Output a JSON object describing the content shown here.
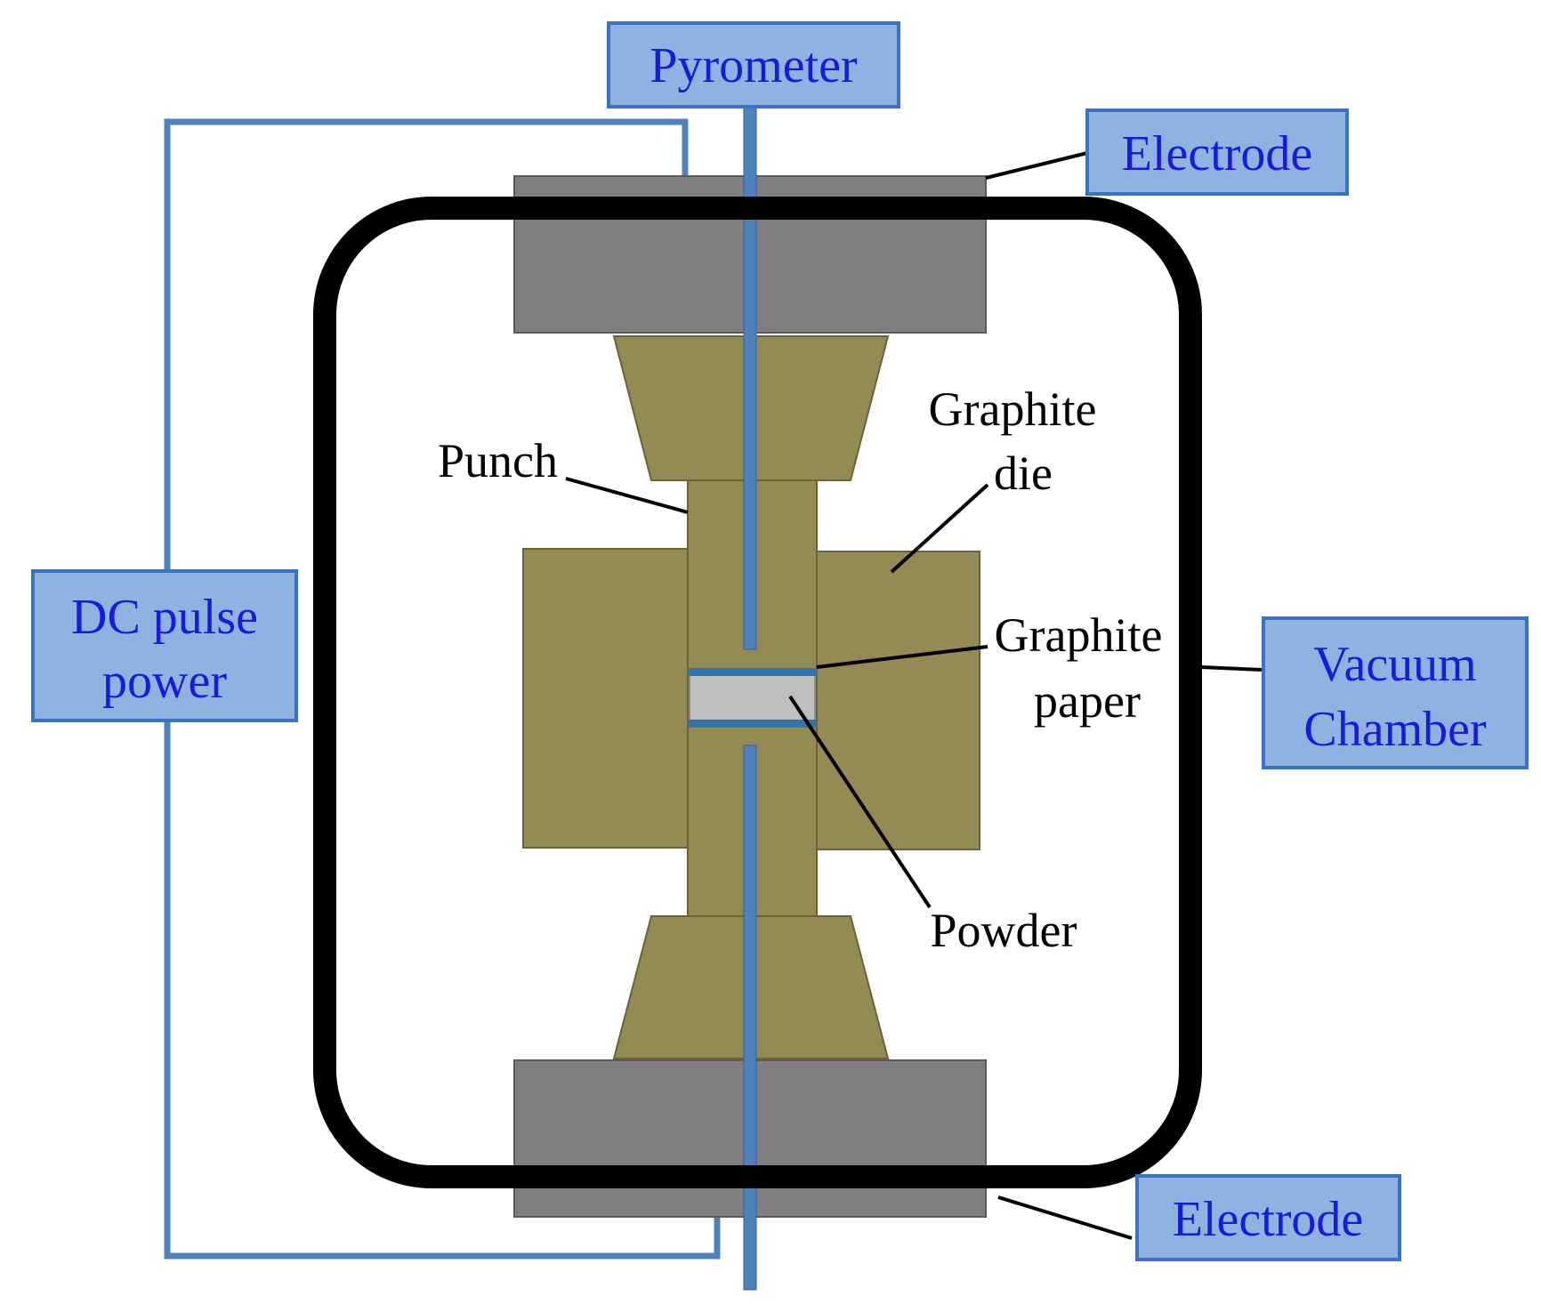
{
  "labels": {
    "pyrometer": "Pyrometer",
    "electrode_top": "Electrode",
    "electrode_bottom": "Electrode",
    "dc_pulse_power_line1": "DC pulse",
    "dc_pulse_power_line2": "power",
    "vacuum_chamber_line1": "Vacuum",
    "vacuum_chamber_line2": "Chamber",
    "punch": "Punch",
    "graphite_die_line1": "Graphite",
    "graphite_die_line2": "die",
    "graphite_paper_line1": "Graphite",
    "graphite_paper_line2": "paper",
    "powder": "Powder"
  },
  "colors": {
    "label_box_fill": "#8fb3e0",
    "label_box_stroke": "#3a73c4",
    "label_text": "#1a1adc",
    "wire": "#4f81bd",
    "electrode": "#7f7f7f",
    "graphite": "#948a54",
    "chamber": "#000000",
    "powder": "#bfbfbf",
    "graphite_paper": "#2e75b6"
  }
}
